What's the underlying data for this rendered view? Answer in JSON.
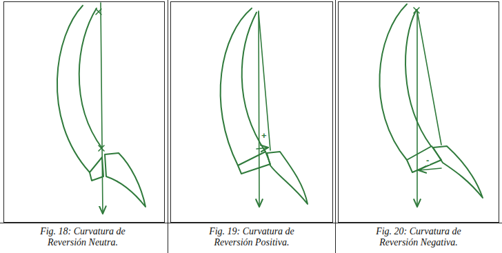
{
  "diagram": {
    "labels": [
      "+",
      "-",
      "Fig. 18: Curvatura de Reversión Neutra.",
      "Fig. 19: Curvatura de Reversión Positiva.",
      "Fig. 20: Curvatura de Reversión Negativa."
    ]
  }
}
